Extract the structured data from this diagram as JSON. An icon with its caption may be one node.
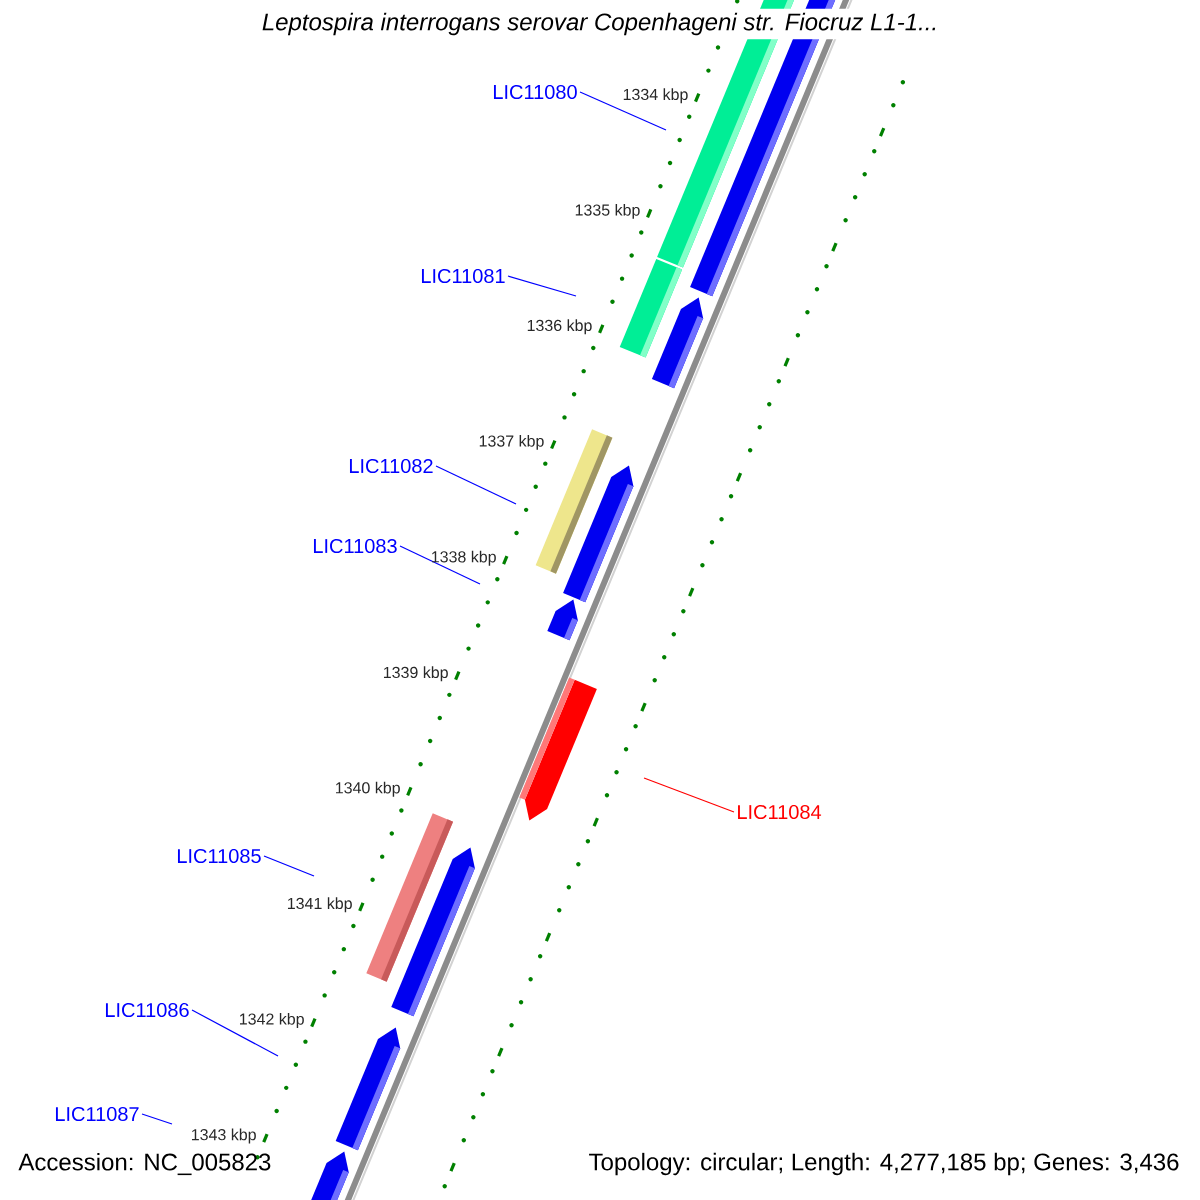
{
  "diagram": {
    "title": "*Leptospira interrogans* serovar Copenhageni str. Fiocruz L1-1...",
    "nodes": [
      {
        "text": [
          "LIC11080"
        ]
      },
      {
        "text": [
          "LIC11081"
        ]
      },
      {
        "text": [
          "LIC11082"
        ]
      },
      {
        "text": [
          "LIC11083"
        ]
      },
      {
        "text": [
          "LIC11084"
        ]
      },
      {
        "text": [
          "LIC11085"
        ]
      },
      {
        "text": [
          "LIC11086"
        ]
      },
      {
        "text": [
          "LIC11087"
        ]
      }
    ],
    "edges": [
      {
        "from": 0,
        "to": null,
        "arrow": "none"
      },
      {
        "from": 1,
        "to": null,
        "arrow": "none"
      },
      {
        "from": 2,
        "to": null,
        "arrow": "none"
      },
      {
        "from": 3,
        "to": null,
        "arrow": "none"
      },
      {
        "from": 4,
        "to": null,
        "arrow": "none",
        "color": "#ff0000"
      },
      {
        "from": 5,
        "to": null,
        "arrow": "none"
      },
      {
        "from": 6,
        "to": null,
        "arrow": "none"
      },
      {
        "from": 7,
        "to": null,
        "arrow": "none"
      }
    ],
    "labels": [
      "Accession: NC_005823",
      "Topology: circular; Length: 4,277,185 bp; Genes: 3,436",
      "1334 kbp",
      "1335 kbp",
      "1336 kbp",
      "1337 kbp",
      "1338 kbp",
      "1339 kbp",
      "1340 kbp",
      "1341 kbp",
      "1342 kbp",
      "1343 kbp"
    ]
  }
}
